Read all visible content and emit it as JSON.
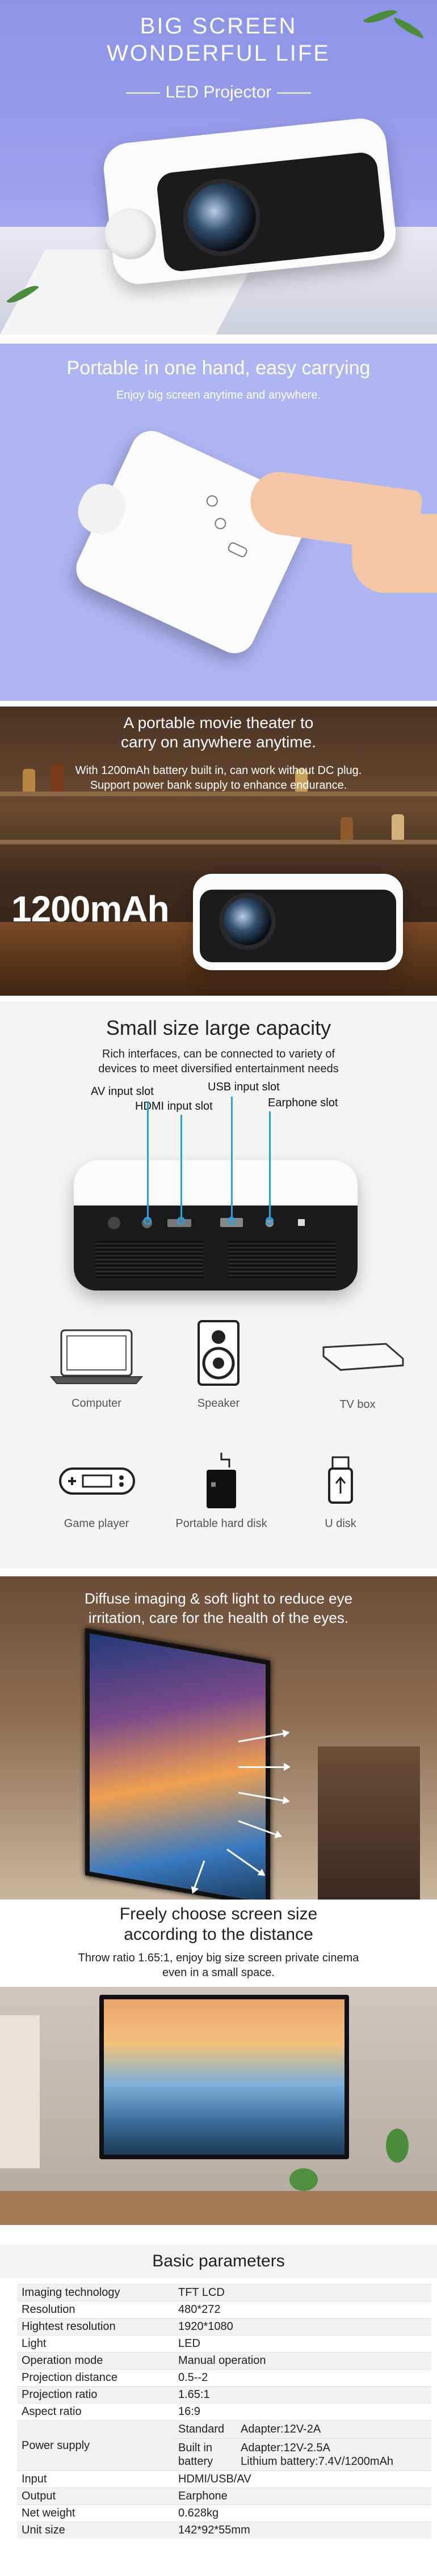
{
  "hero": {
    "title_line1": "BIG  SCREEN",
    "title_line2": "WONDERFUL  LIFE",
    "subtitle": "LED Projector"
  },
  "portable": {
    "title": "Portable in one hand, easy carrying",
    "subtitle": "Enjoy big screen anytime and anywhere."
  },
  "battery": {
    "title_line1": "A portable movie theater to",
    "title_line2": "carry on anywhere anytime.",
    "desc_line1": "With 1200mAh battery built in, can work without DC plug.",
    "desc_line2": "Support power bank supply to enhance endurance.",
    "capacity": "1200mAh"
  },
  "interfaces": {
    "title": "Small size  large capacity",
    "desc_line1": "Rich interfaces, can be connected to variety of",
    "desc_line2": "devices to meet diversified entertainment needs",
    "slots": {
      "av": "AV input slot",
      "hdmi": "HDMI input slot",
      "usb": "USB input slot",
      "earphone": "Earphone slot"
    },
    "devices": {
      "computer": "Computer",
      "speaker": "Speaker",
      "tvbox": "TV box",
      "gameplayer": "Game player",
      "harddisk": "Portable hard disk",
      "udisk": "U disk"
    }
  },
  "diffuse": {
    "line1": "Diffuse imaging & soft light to reduce eye",
    "line2": "irritation, care for the health of the eyes."
  },
  "screen_size": {
    "title_line1": "Freely choose screen size",
    "title_line2": "according to the distance",
    "desc_line1": "Throw ratio 1.65:1, enjoy big size screen private cinema",
    "desc_line2": "even in a small space."
  },
  "params": {
    "title": "Basic parameters",
    "rows": [
      {
        "k": "Imaging technology",
        "v": "TFT LCD"
      },
      {
        "k": "Resolution",
        "v": "480*272"
      },
      {
        "k": "Hightest resolution",
        "v": "1920*1080"
      },
      {
        "k": "Light",
        "v": "LED"
      },
      {
        "k": "Operation mode",
        "v": "Manual operation"
      },
      {
        "k": "Projection distance",
        "v": "0.5--2"
      },
      {
        "k": "Projection ratio",
        "v": "1.65:1"
      },
      {
        "k": "Aspect ratio",
        "v": "16:9"
      }
    ],
    "power": {
      "k": "Power supply",
      "standard_label": "Standard",
      "standard_value": "Adapter:12V-2A",
      "builtin_label": "Built in battery",
      "builtin_value1": "Adapter:12V-2.5A",
      "builtin_value2": "Lithium battery:7.4V/1200mAh"
    },
    "rows2": [
      {
        "k": "Input",
        "v": "HDMI/USB/AV"
      },
      {
        "k": "Output",
        "v": "Earphone"
      },
      {
        "k": "Net weight",
        "v": "0.628kg"
      },
      {
        "k": "Unit size",
        "v": "142*92*55mm"
      }
    ]
  },
  "colors": {
    "hero_bg": "#9aa0ee",
    "portable_bg": "#aeb5f3",
    "accent_line": "#2a9fd8"
  }
}
